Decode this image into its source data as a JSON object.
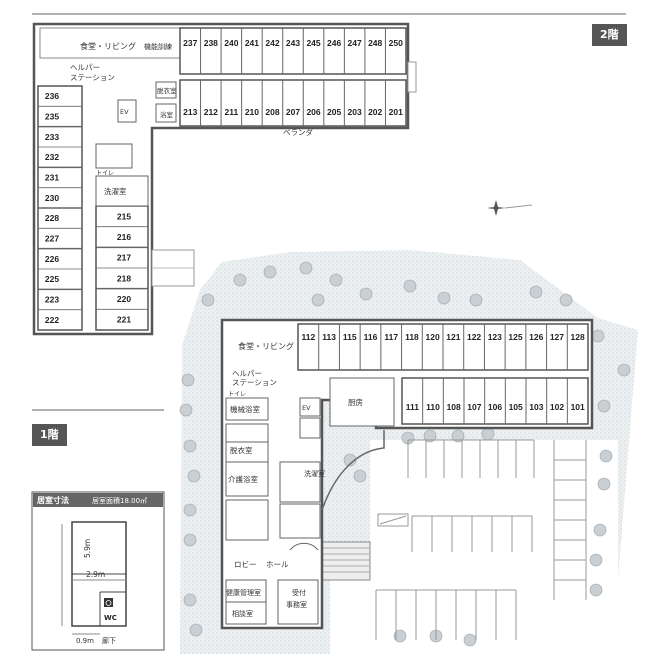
{
  "floors": {
    "f2": "2階",
    "f1": "1階"
  },
  "floor2": {
    "dining": "食堂・リビング",
    "training": "機能訓練",
    "helper": [
      "ヘルパー",
      "ステーション"
    ],
    "laundry": "洗濯室",
    "dressing": "脱衣室",
    "bath": "浴室",
    "ev": "EV",
    "toilet": "トイレ",
    "veranda": "ベランダ",
    "top_row": [
      "237",
      "238",
      "240",
      "241",
      "242",
      "243",
      "245",
      "246",
      "247",
      "248",
      "250"
    ],
    "mid_row": [
      "213",
      "212",
      "211",
      "210",
      "208",
      "207",
      "206",
      "205",
      "203",
      "202",
      "201"
    ],
    "left_col": [
      "236",
      "235",
      "233",
      "232",
      "231",
      "230",
      "228",
      "227",
      "226",
      "225",
      "223",
      "222"
    ],
    "right_col": [
      "215",
      "216",
      "217",
      "218",
      "220",
      "221"
    ]
  },
  "floor1": {
    "dining": "食堂・リビング",
    "helper": [
      "ヘルパー",
      "ステーション"
    ],
    "toilet": "トイレ",
    "machine": "機械浴室",
    "dressing": "脱衣室",
    "care_bath": "介護浴室",
    "kitchen": "厨房",
    "laundry": "洗濯室",
    "lobby": "ロビー",
    "hall": "ホール",
    "health": "健康管理室",
    "consult": "相談室",
    "reception": [
      "受付",
      "事務室"
    ],
    "ev": "EV",
    "top_row": [
      "112",
      "113",
      "115",
      "116",
      "117",
      "118",
      "120",
      "121",
      "122",
      "123",
      "125",
      "126",
      "127",
      "128"
    ],
    "bottom_row": [
      "111",
      "110",
      "108",
      "107",
      "106",
      "105",
      "103",
      "102",
      "101"
    ]
  },
  "room_size": {
    "title": "居室寸法",
    "area": "居室面積18.00㎡",
    "dim_59": "5.9m",
    "dim_29": "2.9m",
    "dim_09": "0.9m",
    "corridor": "廊下",
    "wc": "WC"
  },
  "colors": {
    "wall": "#555555",
    "ground": "#e6ebee",
    "tree": "#c9cfd2"
  }
}
